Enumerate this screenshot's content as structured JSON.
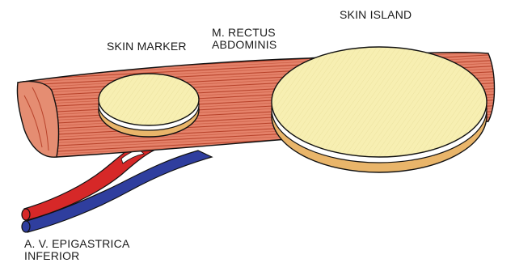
{
  "labels": {
    "skin_marker": "SKIN MARKER",
    "muscle_line1": "M. RECTUS",
    "muscle_line2": "ABDOMINIS",
    "skin_island": "SKIN ISLAND",
    "vessels_line1": "A. V. EPIGASTRICA",
    "vessels_line2": "INFERIOR"
  },
  "colors": {
    "muscle": "#e07a5f",
    "muscle_stripes": "#b8432b",
    "skin": "#f7efb2",
    "fat": "#e9b56a",
    "artery": "#d62828",
    "vein": "#2f3e9e",
    "outline": "#111111"
  }
}
